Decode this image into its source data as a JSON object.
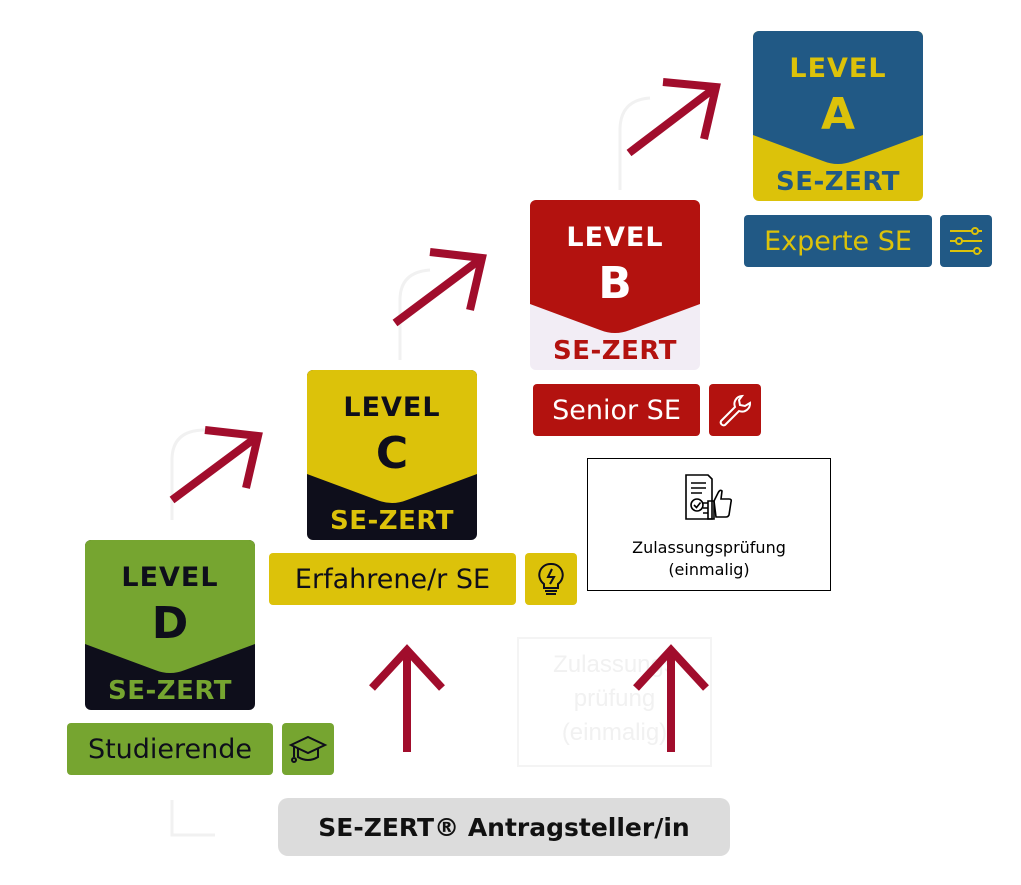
{
  "levels": {
    "d": {
      "level_label": "LEVEL",
      "letter": "D",
      "cert": "SE-ZERT",
      "role": "Studierende",
      "icon": "graduation-cap-icon"
    },
    "c": {
      "level_label": "LEVEL",
      "letter": "C",
      "cert": "SE-ZERT",
      "role": "Erfahrene/r SE",
      "icon": "lightbulb-icon"
    },
    "b": {
      "level_label": "LEVEL",
      "letter": "B",
      "cert": "SE-ZERT",
      "role": "Senior SE",
      "icon": "wrench-icon"
    },
    "a": {
      "level_label": "LEVEL",
      "letter": "A",
      "cert": "SE-ZERT",
      "role": "Experte SE",
      "icon": "sliders-icon"
    }
  },
  "admission": {
    "line1": "Zulassungsprüfung",
    "line2": "(einmalig)",
    "icon": "document-check-thumbs-up-icon"
  },
  "ghost_admission": {
    "line1": "Zulassungs",
    "line2": "prüfung",
    "line3": "(einmalig)"
  },
  "applicant": {
    "label": "SE-ZERT® Antragsteller/in"
  },
  "colors": {
    "green": "#76a530",
    "yellow": "#dcc20a",
    "red": "#b3120f",
    "blue": "#215985",
    "dark": "#0e0e1b",
    "arrow": "#a10d2c",
    "pill": "#dcdcdc"
  }
}
